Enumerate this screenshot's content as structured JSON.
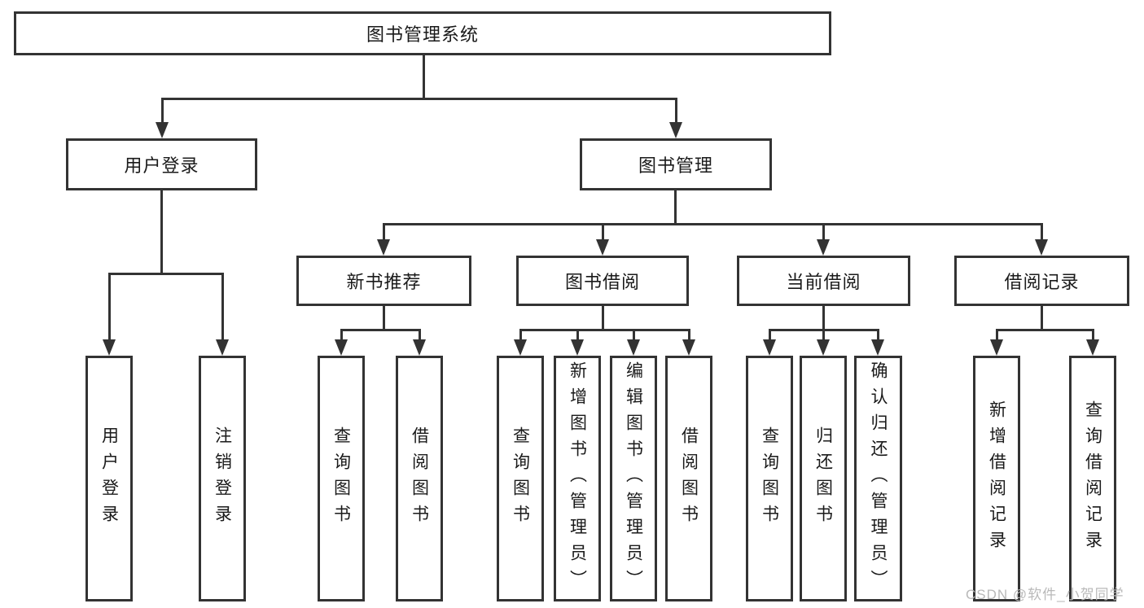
{
  "colors": {
    "line": "#333333",
    "text": "#1a1a1a",
    "watermark": "#b9b9b9",
    "background": "#ffffff"
  },
  "watermark": {
    "text": "CSDN @软件_小贺同学"
  },
  "tree": {
    "root": {
      "label": "图书管理系统"
    },
    "user_login": {
      "label": "用户登录",
      "children": [
        {
          "label": "用户登录"
        },
        {
          "label": "注销登录"
        }
      ]
    },
    "book_management": {
      "label": "图书管理",
      "sections": [
        {
          "label": "新书推荐",
          "children": [
            {
              "label": "查询图书"
            },
            {
              "label": "借阅图书"
            }
          ]
        },
        {
          "label": "图书借阅",
          "children": [
            {
              "label": "查询图书"
            },
            {
              "label": "新增图书（管理员）"
            },
            {
              "label": "编辑图书（管理员）"
            },
            {
              "label": "借阅图书"
            }
          ]
        },
        {
          "label": "当前借阅",
          "children": [
            {
              "label": "查询图书"
            },
            {
              "label": "归还图书"
            },
            {
              "label": "确认归还（管理员）"
            }
          ]
        },
        {
          "label": "借阅记录",
          "children": [
            {
              "label": "新增借阅记录"
            },
            {
              "label": "查询借阅记录"
            }
          ]
        }
      ]
    }
  }
}
